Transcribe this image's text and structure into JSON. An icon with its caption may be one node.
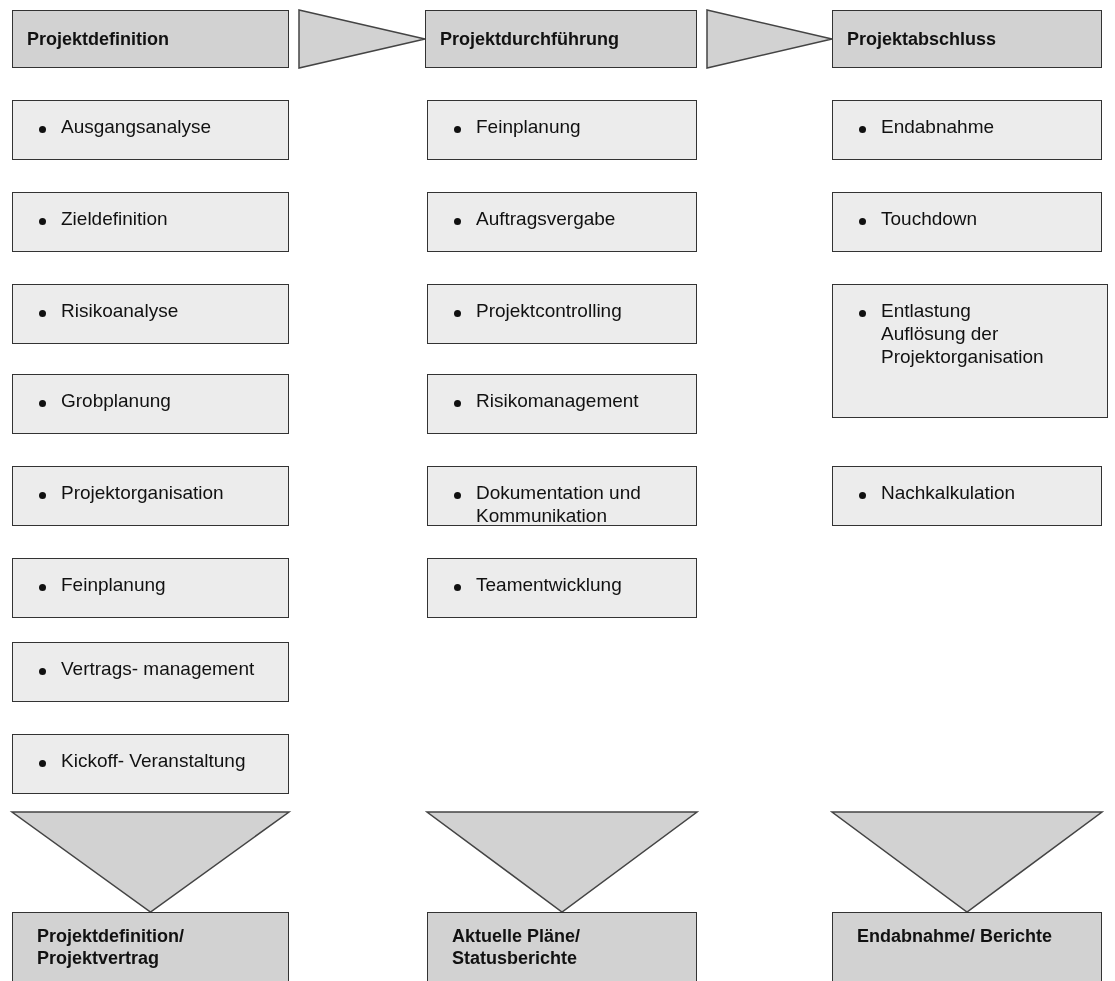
{
  "diagram": {
    "nodes": [
      {
        "text": [
          "Projektdefinition"
        ]
      },
      {
        "text": [
          "Ausgangsanalyse"
        ]
      },
      {
        "text": [
          "Zieldefinition"
        ]
      },
      {
        "text": [
          "Risikoanalyse"
        ]
      },
      {
        "text": [
          "Grobplanung"
        ]
      },
      {
        "text": [
          "Projektorganisation"
        ]
      },
      {
        "text": [
          "Feinplanung"
        ]
      },
      {
        "text": [
          "Vertrags- management"
        ]
      },
      {
        "text": [
          "Kickoff- Veranstaltung"
        ]
      },
      {
        "text": [
          "Projektdurchführung"
        ]
      },
      {
        "text": [
          "Feinplanung"
        ]
      },
      {
        "text": [
          "Auftragsvergabe"
        ]
      },
      {
        "text": [
          "Projektcontrolling"
        ]
      },
      {
        "text": [
          "Risikomanagement"
        ]
      },
      {
        "text": [
          "Dokumentation und Kommunikation"
        ]
      },
      {
        "text": [
          "Teamentwicklung"
        ]
      },
      {
        "text": [
          "Projektabschluss"
        ]
      },
      {
        "text": [
          "Endabnahme"
        ]
      },
      {
        "text": [
          "Touchdown"
        ]
      },
      {
        "text": [
          "Entlastung",
          "Auflösung der Projektorganisation"
        ]
      },
      {
        "text": [
          "Nachkalkulation"
        ]
      },
      {
        "text": [
          "Projektdefinition/ Projektvertrag"
        ]
      },
      {
        "text": [
          "Aktuelle Pläne/ Statusberichte"
        ]
      },
      {
        "text": [
          "Endabnahme/ Berichte"
        ]
      }
    ],
    "edges": [
      {
        "from": 0,
        "to": 9,
        "arrow": "to"
      },
      {
        "from": 9,
        "to": 16,
        "arrow": "to"
      },
      {
        "from": 8,
        "to": 21,
        "arrow": "to"
      },
      {
        "from": null,
        "to": 22,
        "arrow": "to"
      },
      {
        "from": null,
        "to": 23,
        "arrow": "to"
      }
    ]
  }
}
